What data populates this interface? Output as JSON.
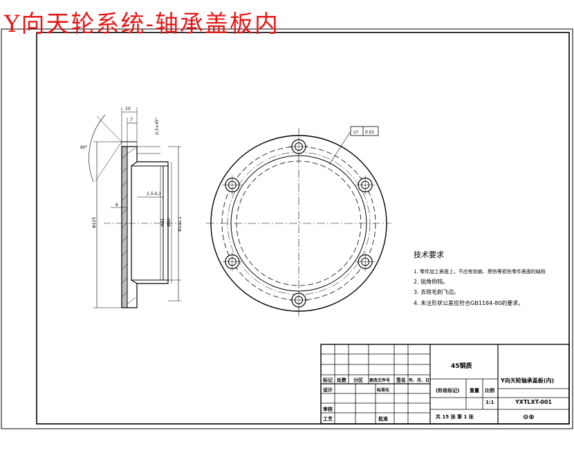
{
  "page_title": "Y向天轮系统-轴承盖板内",
  "section_view": {
    "dims": {
      "top_width": "10",
      "inner_width": "7",
      "chamfer": "0.5×45°",
      "angle": "90°",
      "groove": "1.5-0.1",
      "step": "6",
      "outer_dia": "Φ125",
      "dia_81": "Φ81",
      "dia_90": "Φ90",
      "dia_103": "Φ102.1"
    }
  },
  "plan_view": {
    "flatness_symbol": "▱",
    "flatness_value": "0.01",
    "hole_count": 6
  },
  "tech_requirements": {
    "heading": "技术要求",
    "items": [
      "1. 零件加工表面上，不应有划痕、擦伤等损伤零件表面的缺陷",
      "2. 锐角倒钝。",
      "3. 去除毛刺飞边。",
      "4. 未注形状公差应符合GB1184-80的要求。"
    ]
  },
  "title_block": {
    "material": "45钢质",
    "part_name": "Y向天轮轴承盖板(内)",
    "drawing_no": "YXTLXT-001",
    "scale_header": "比例",
    "scale": "1:1",
    "weight_header": "重量",
    "stage_mark": "(阶段标记)",
    "sheet_info": "共 15 张    第 1 张",
    "headers": [
      "标记",
      "处数",
      "分区",
      "更改文件号",
      "签名",
      "年、月、日"
    ],
    "design": "设计",
    "standardization": "标准化",
    "review": "审核",
    "process": "工艺",
    "approve": "批准",
    "projection_symbol": "⊖⊕"
  }
}
